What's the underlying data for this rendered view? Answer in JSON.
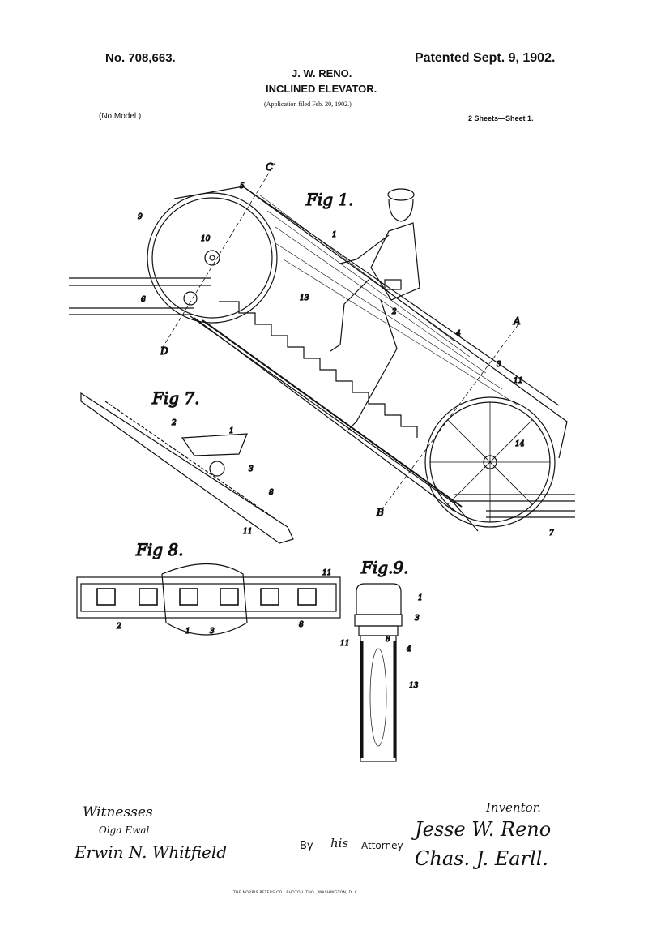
{
  "header": {
    "patent_number": "No. 708,663.",
    "patented": "Patented Sept. 9, 1902.",
    "inventor": "J. W. RENO.",
    "title": "INCLINED ELEVATOR.",
    "application": "(Application filed Feb. 20, 1902.)",
    "model": "(No Model.)",
    "sheets": "2 Sheets—Sheet 1."
  },
  "figures": {
    "fig1": {
      "label": "Fig 1.",
      "refs": [
        "C",
        "5",
        "9",
        "10",
        "1",
        "13",
        "2",
        "6",
        "D",
        "4",
        "A",
        "3",
        "11",
        "14",
        "B",
        "7"
      ]
    },
    "fig7": {
      "label": "Fig 7.",
      "refs": [
        "2",
        "1",
        "3",
        "8",
        "11"
      ]
    },
    "fig8": {
      "label": "Fig 8.",
      "refs": [
        "11",
        "2",
        "1",
        "3",
        "8"
      ]
    },
    "fig9": {
      "label": "Fig.9.",
      "refs": [
        "1",
        "3",
        "8",
        "4",
        "11",
        "13"
      ]
    }
  },
  "footer": {
    "witnesses_label": "Witnesses",
    "witness_1": "Olga Ewal",
    "witness_2": "Erwin N. Whitfield",
    "by": "By",
    "his": "his",
    "attorney": "Attorney",
    "inventor_label": "Inventor.",
    "inventor_signature": "Jesse W. Reno",
    "attorney_signature": "Chas. J. Earll.",
    "printer": "THE NORRIS PETERS CO., PHOTO-LITHO., WASHINGTON, D. C."
  }
}
